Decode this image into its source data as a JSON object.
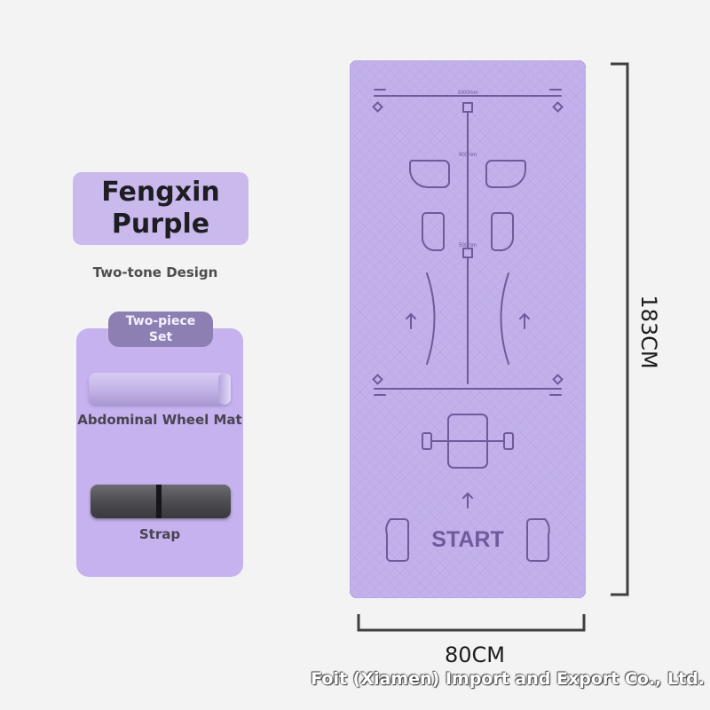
{
  "title": {
    "line1": "Fengxin",
    "line2": "Purple"
  },
  "subtitle": "Two-tone Design",
  "set": {
    "tag_line1": "Two-piece",
    "tag_line2": "Set",
    "items": [
      {
        "label": "Abdominal Wheel Mat"
      },
      {
        "label": "Strap"
      }
    ]
  },
  "mat": {
    "color": "#c2b1ea",
    "line_color": "#6f5a9c",
    "marks": {
      "top": "1000mm",
      "mid": "800mm",
      "low": "500mm"
    },
    "start_text": "START"
  },
  "dimensions": {
    "length": "183CM",
    "width": "80CM"
  },
  "footer": "Foit (Xiamen) Import and Export Co., Ltd."
}
